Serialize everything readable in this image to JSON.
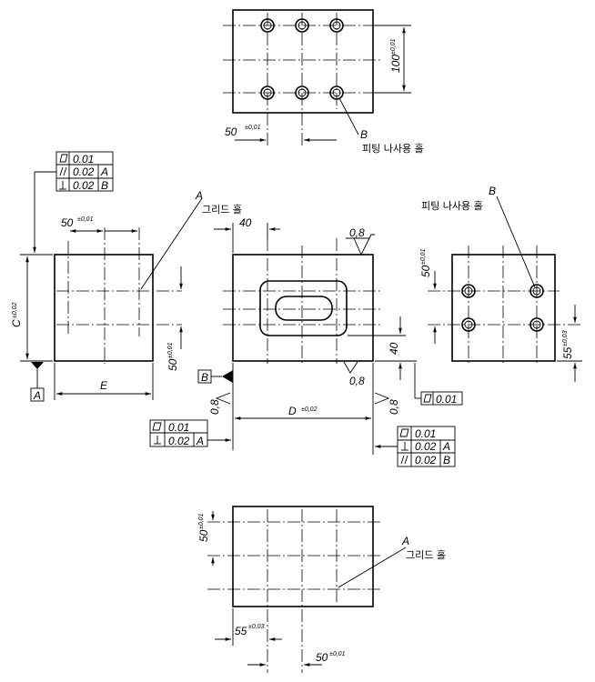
{
  "labels": {
    "A": "A",
    "B": "B",
    "C": "C",
    "D": "D",
    "E": "E",
    "grid_hole": "그리드 홀",
    "fitting_hole": "피팅 나사용 홀"
  },
  "dims": {
    "d100": "100",
    "d50": "50",
    "d40": "40",
    "d55": "55",
    "tol001": "±0,01",
    "tol002": "±0,02",
    "tol003": "±0,03"
  },
  "roughness": "0,8",
  "tolerances": {
    "flatness": "0.01",
    "parallel": "0.02",
    "perp": "0.02"
  }
}
